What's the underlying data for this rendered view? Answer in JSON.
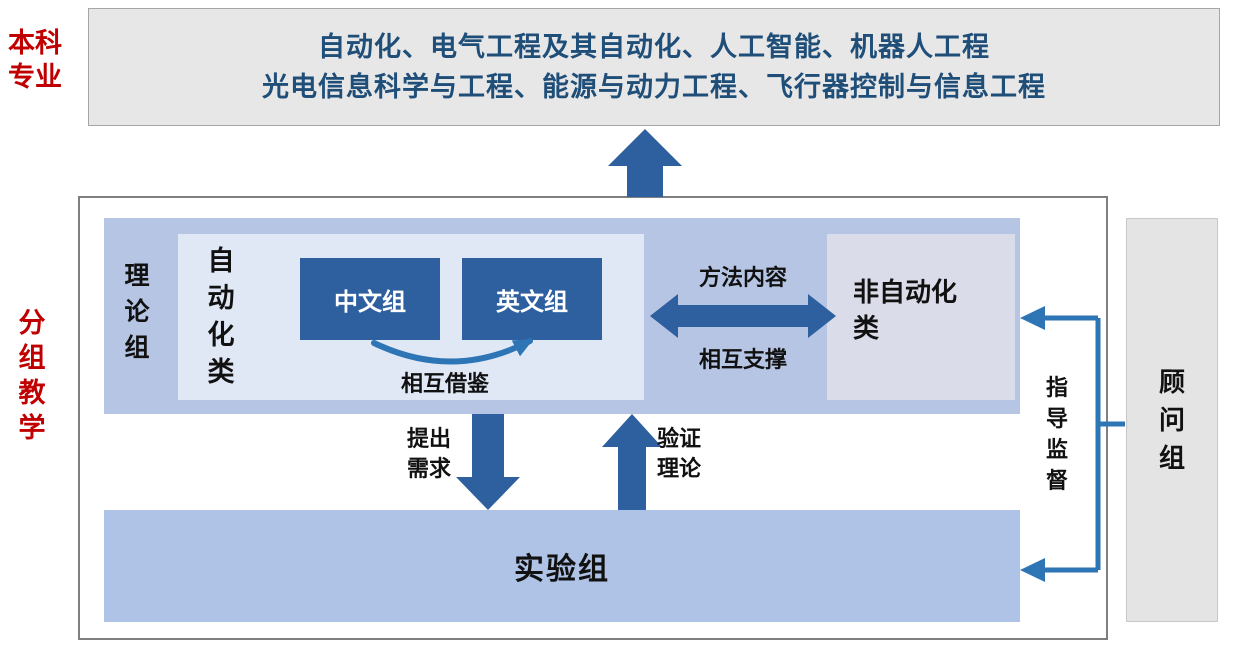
{
  "side_labels": {
    "undergrad_major": "本科专业",
    "grouped_teaching": "分组教学"
  },
  "majors_box": {
    "line1": "自动化、电气工程及其自动化、人工智能、机器人工程",
    "line2": "光电信息科学与工程、能源与动力工程、飞行器控制与信息工程"
  },
  "theory_group": {
    "label": "理论组",
    "automation_category": "自动化类",
    "chinese_group": "中文组",
    "english_group": "英文组",
    "mutual_learning": "相互借鉴"
  },
  "non_automation_category": "非自动化类",
  "relations": {
    "method_content": "方法内容",
    "mutual_support": "相互支撑",
    "propose_needs": "提出需求",
    "verify_theory": "验证理论",
    "guide_supervise": "指导监督"
  },
  "experiment_group": "实验组",
  "advisor_group": "顾问组",
  "colors": {
    "red_label": "#c00000",
    "majors_text": "#1f4e79",
    "majors_box_bg": "#e8e7e7",
    "block_arrow": "#2e5f9e",
    "line_arrow": "#2e75b6",
    "theory_box_bg": "#b6c5e4",
    "inner_box_bg": "#e0e8f5",
    "group_box_bg": "#2e5f9e",
    "non_auto_box_bg": "#dadce9",
    "experiment_box_bg": "#aec3e6",
    "advisor_box_bg": "#e4e4e4"
  }
}
